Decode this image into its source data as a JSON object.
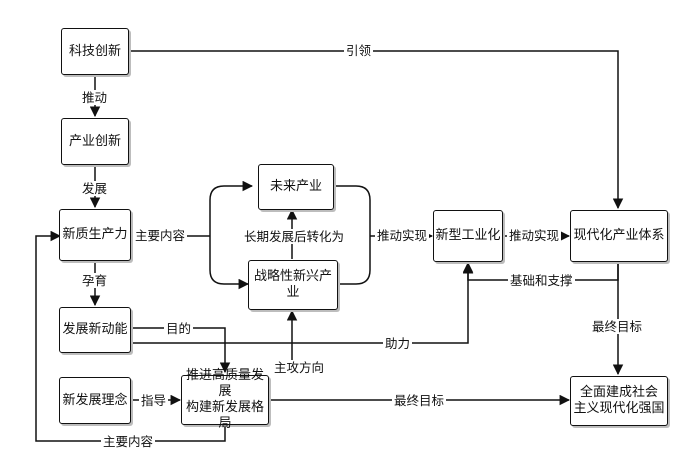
{
  "nodes": {
    "keji_chuangxin": "科技创新",
    "chanye_chuangxin": "产业创新",
    "xinzhi_shengchanli": "新质生产力",
    "fazhan_xin_dongneng": "发展新动能",
    "xin_fazhan_linian": "新发展理念",
    "tuijin_gaozhiliang_line1": "推进高质量发展",
    "tuijin_gaozhiliang_line2": "构建新发展格局",
    "weilai_chanye": "未来产业",
    "zhanlve_xingxing_chanye": "战略性新兴产业",
    "xinxing_gongyehua": "新型工业化",
    "xiandaihua_chanye_tixi": "现代化产业体系",
    "quanmian_jiancheng_line1": "全面建成社会",
    "quanmian_jiancheng_line2": "主义现代化强国"
  },
  "edge_labels": {
    "yinling": "引领",
    "tuidong": "推动",
    "fazhan": "发展",
    "zhuyao_neirong_top": "主要内容",
    "changqi_fazhan": "长期发展后转化为",
    "tuidong_shixian_1": "推动实现",
    "tuidong_shixian_2": "推动实现",
    "yunyu": "孕育",
    "jichu_zhicheng": "基础和支撑",
    "mude": "目的",
    "zhuli": "助力",
    "zuizhong_mubiao_right": "最终目标",
    "zhugong_fangxiang": "主攻方向",
    "zhidao": "指导",
    "zuizhong_mubiao_bottom": "最终目标",
    "zhuyao_neirong_bottom": "主要内容"
  }
}
